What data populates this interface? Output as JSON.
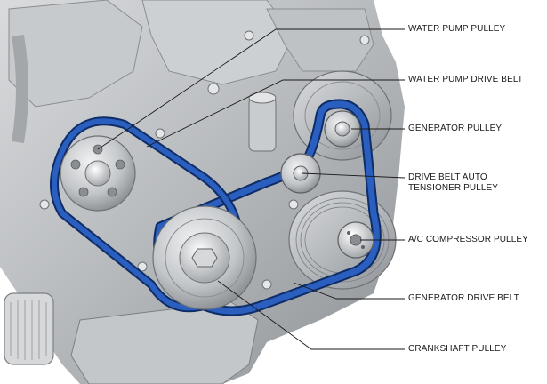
{
  "callouts": [
    {
      "id": "water-pump-pulley",
      "label": "WATER PUMP PULLEY"
    },
    {
      "id": "water-pump-drive-belt",
      "label": "WATER PUMP DRIVE BELT"
    },
    {
      "id": "generator-pulley",
      "label": "GENERATOR PULLEY"
    },
    {
      "id": "drive-belt-auto-tensioner-pulley",
      "label": "DRIVE BELT AUTO TENSIONER PULLEY"
    },
    {
      "id": "ac-compressor-pulley",
      "label": "A/C COMPRESSOR PULLEY"
    },
    {
      "id": "generator-drive-belt",
      "label": "GENERATOR DRIVE BELT"
    },
    {
      "id": "crankshaft-pulley",
      "label": "CRANKSHAFT PULLEY"
    }
  ],
  "colors": {
    "belt": "#1f4fa3",
    "belt_edge": "#0e2c66",
    "engine": "#b9bcbf",
    "engine_dark": "#6e7275",
    "leader": "#1a1a1a"
  }
}
